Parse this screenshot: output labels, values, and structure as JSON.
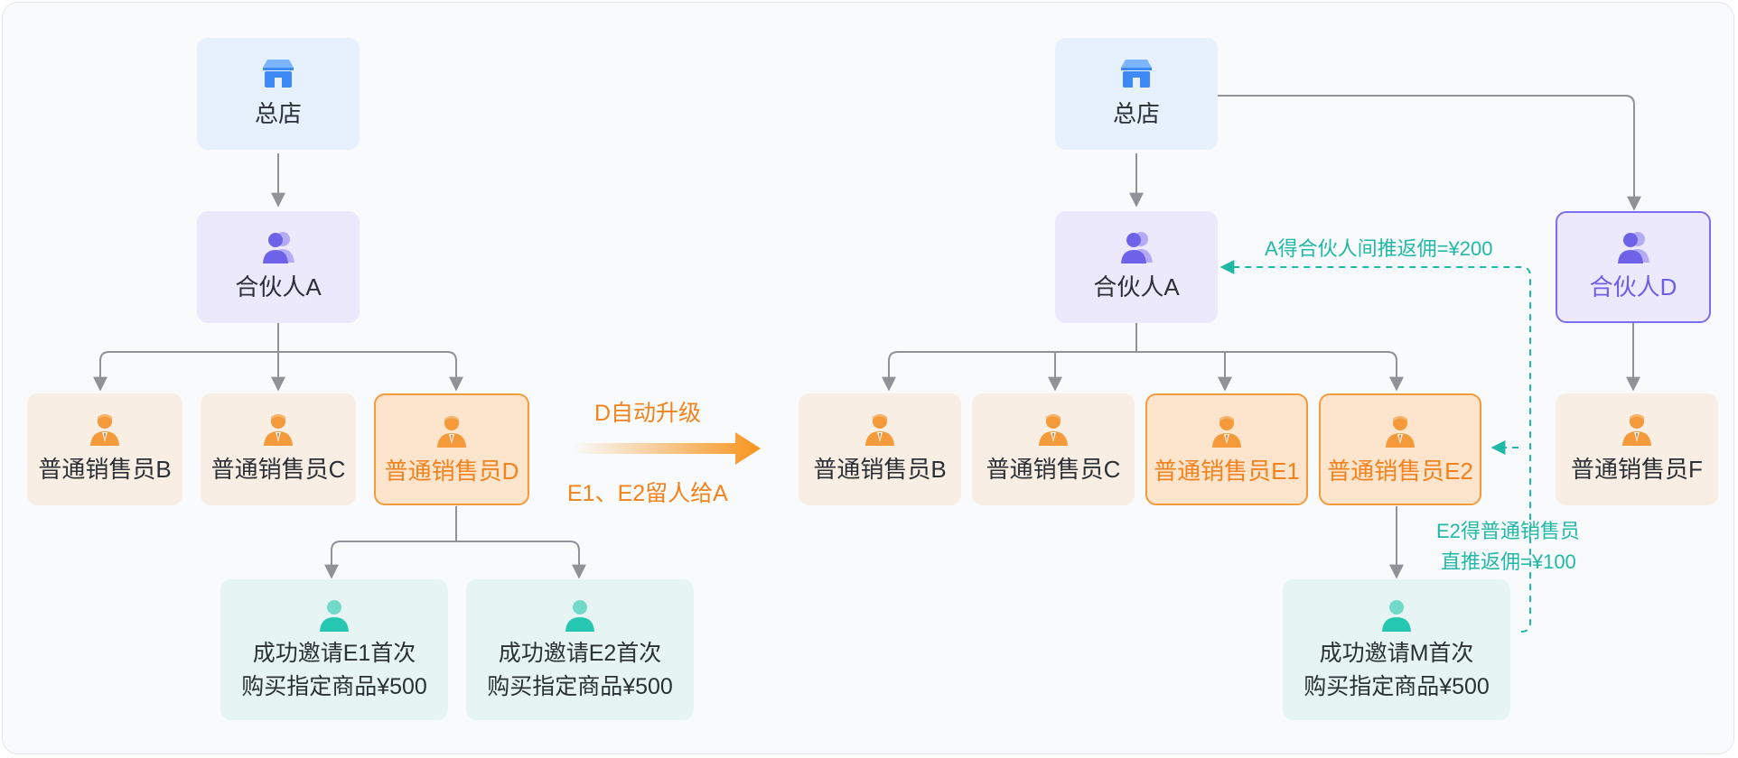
{
  "colors": {
    "store": "#e6f1fd",
    "partner": "#ece9fd",
    "sales": "#f8eee3",
    "sales_highlight": "#fde4cc",
    "invite": "#e6f5f3",
    "orange": "#f2821c",
    "purple": "#6c5fe6",
    "teal": "#20b8a7",
    "line": "#8f9399"
  },
  "icons": {
    "store": "store-icon",
    "partner": "partner-icon",
    "sales": "salesperson-icon",
    "user": "user-icon"
  },
  "left": {
    "store": "总店",
    "partner": "合伙人A",
    "sales": [
      "普通销售员B",
      "普通销售员C",
      "普通销售员D"
    ],
    "invites": [
      {
        "line1": "成功邀请E1首次",
        "line2": "购买指定商品¥500"
      },
      {
        "line1": "成功邀请E2首次",
        "line2": "购买指定商品¥500"
      }
    ]
  },
  "middle": {
    "upgrade": "D自动升级",
    "transfer": "E1、E2留人给A"
  },
  "right": {
    "store": "总店",
    "partner_a": "合伙人A",
    "partner_d": "合伙人D",
    "sales": [
      "普通销售员B",
      "普通销售员C",
      "普通销售员E1",
      "普通销售员E2"
    ],
    "sales_f": "普通销售员F",
    "invite": {
      "line1": "成功邀请M首次",
      "line2": "购买指定商品¥500"
    },
    "commission_a": "A得合伙人间推返佣=¥200",
    "commission_e2_line1": "E2得普通销售员",
    "commission_e2_line2": "直推返佣=¥100"
  }
}
